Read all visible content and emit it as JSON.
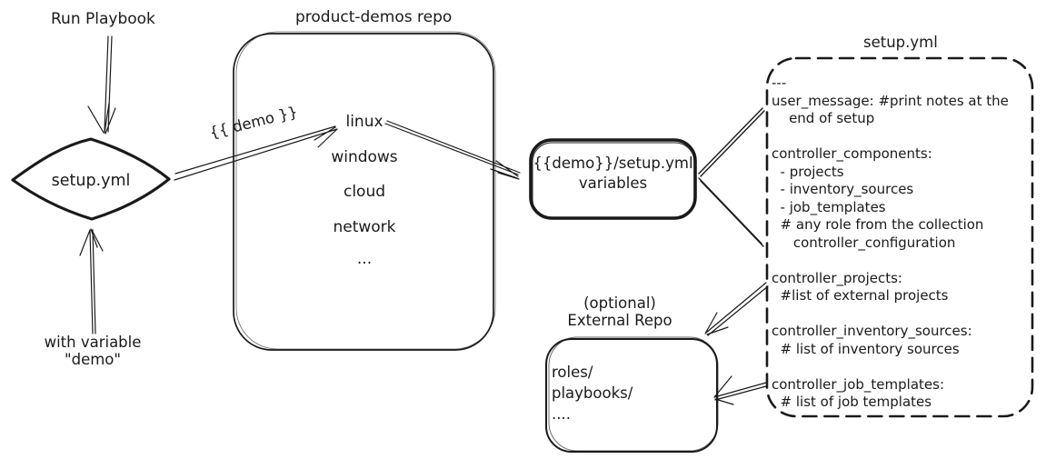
{
  "colors": {
    "ink": "#1a1a1a",
    "background": "#ffffff"
  },
  "left_flow": {
    "run_playbook": "Run Playbook",
    "diamond_label": "setup.yml",
    "with_variable": "with variable\n\"demo\""
  },
  "demo_arrow_label": "{{ demo }}",
  "repo": {
    "title": "product-demos repo",
    "items": [
      "linux",
      "windows",
      "cloud",
      "network",
      "..."
    ]
  },
  "variables_box": {
    "label": "{{demo}}/setup.yml\nvariables"
  },
  "setup_yml": {
    "title": "setup.yml",
    "content": "---\nuser_message: #print notes at the\n    end of setup\n\ncontroller_components:\n  - projects\n  - inventory_sources\n  - job_templates\n  # any role from the collection\n     controller_configuration\n\ncontroller_projects:\n  #list of external projects\n\ncontroller_inventory_sources:\n  # list of inventory sources\n\ncontroller_job_templates:\n  # list of job templates"
  },
  "external_repo": {
    "caption": "(optional)\nExternal Repo",
    "content": "roles/\nplaybooks/\n...."
  }
}
